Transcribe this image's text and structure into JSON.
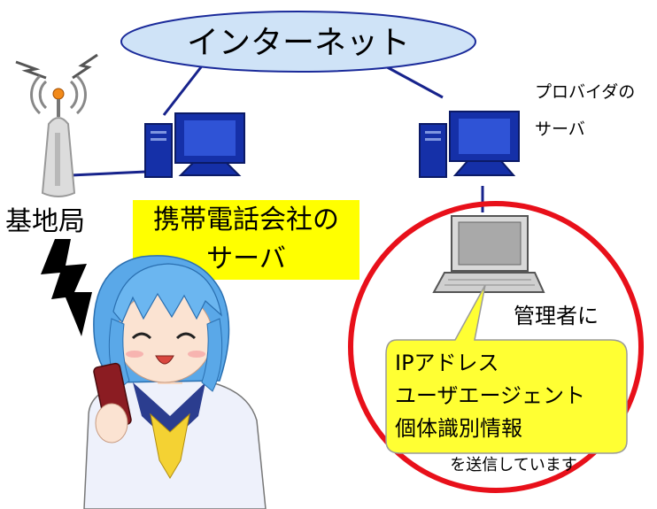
{
  "cloud": {
    "label": "インターネット"
  },
  "provider_server": {
    "label_line1": "プロバイダの",
    "label_line2": "サーバ"
  },
  "base_station": {
    "label": "基地局"
  },
  "carrier_server": {
    "label_line1": "携帯電話会社の",
    "label_line2": "サーバ"
  },
  "admin": {
    "label": "管理者に"
  },
  "callout": {
    "line1": "IPアドレス",
    "line2": "ユーザエージェント",
    "line3": "個体識別情報",
    "suffix": "を送信しています"
  },
  "colors": {
    "cloud_fill": "#cfe3f7",
    "monitor_blue": "#1530a8",
    "highlight_yellow": "#ffff00",
    "callout_yellow": "#ffff33",
    "circle_red": "#e8101a",
    "line_navy": "#17238c"
  }
}
